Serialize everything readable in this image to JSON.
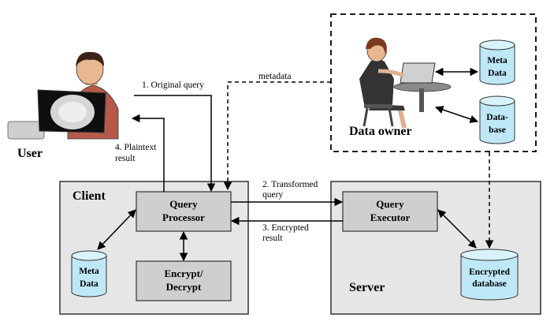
{
  "labels": {
    "user": "User",
    "client": "Client",
    "server": "Server",
    "data_owner": "Data owner",
    "original_query": "1. Original query",
    "transformed_query": [
      "2. Transformed",
      "query"
    ],
    "encrypted_result": [
      "3. Encrypted",
      "result"
    ],
    "plaintext_result": [
      "4. Plaintext",
      "result"
    ],
    "metadata": "metadata"
  },
  "boxes": {
    "query_processor": [
      "Query",
      "Processor"
    ],
    "encrypt_decrypt": [
      "Encrypt/",
      "Decrypt"
    ],
    "query_executor": [
      "Query",
      "Executor"
    ]
  },
  "databases": {
    "client_meta": [
      "Meta",
      "Data"
    ],
    "owner_meta": [
      "Meta",
      "Data"
    ],
    "owner_db": [
      "Data-",
      "base"
    ],
    "server_db": [
      "Encrypted",
      "database"
    ]
  },
  "colors": {
    "panel_fill": "#e6e6e6",
    "box_fill": "#cfcfcf",
    "db_fill": "#bfe8f7",
    "db_top": "#d9f3fb"
  }
}
